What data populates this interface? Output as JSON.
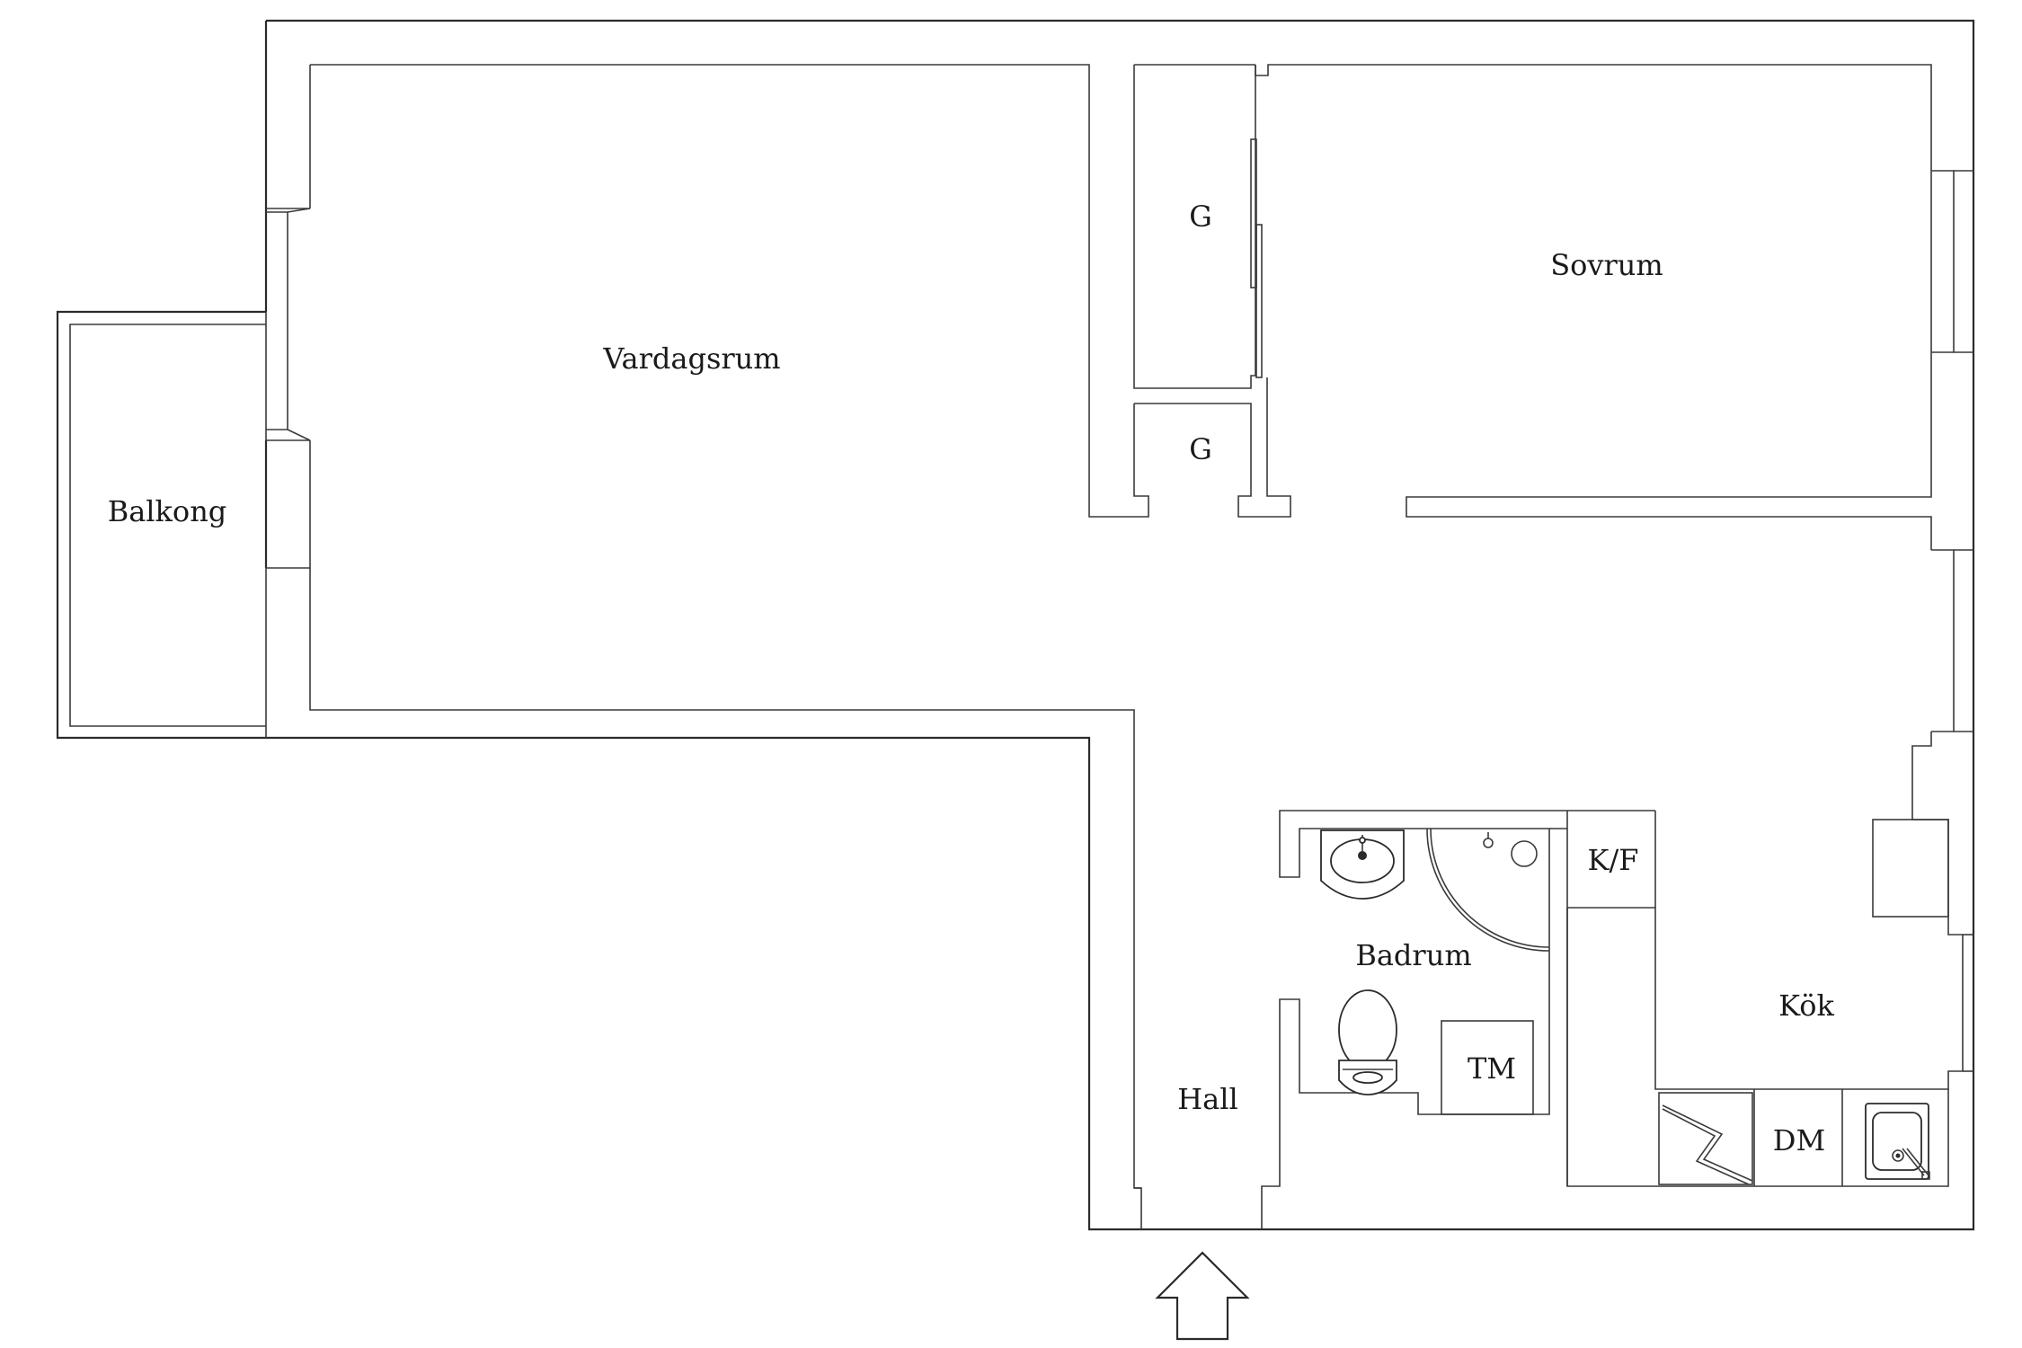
{
  "rooms": {
    "balkong": "Balkong",
    "vardagsrum": "Vardagsrum",
    "sovrum": "Sovrum",
    "garderob_1": "G",
    "garderob_2": "G",
    "badrum": "Badrum",
    "hall": "Hall",
    "kok": "Kök",
    "kf": "K/F",
    "dm": "DM",
    "tm": "TM"
  },
  "icons": {
    "entrance": "entrance-arrow-icon",
    "sink": "washbasin-icon",
    "shower": "corner-shower-icon",
    "toilet": "toilet-icon",
    "stove": "stove-icon",
    "kitchen_sink": "kitchen-sink-icon"
  }
}
